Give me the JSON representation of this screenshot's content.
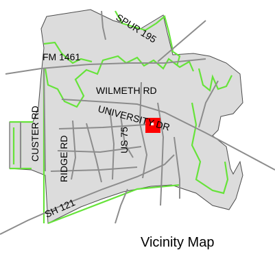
{
  "map": {
    "caption": "Vicinity Map",
    "roads": {
      "spur_195": "SPUR 195",
      "fm_1461": "FM 1461",
      "wilmeth_rd": "WILMETH RD",
      "university_dr": "UNIVERSITY DR",
      "custer_rd": "CUSTER RD",
      "ridge_rd": "RIDGE RD",
      "us_75": "US 75",
      "sh_121": "SH 121"
    },
    "colors": {
      "city_fill": "#dcdcdc",
      "city_boundary": "#66e33a",
      "roads": "#8c8c8c",
      "site": "#ff0000"
    }
  }
}
